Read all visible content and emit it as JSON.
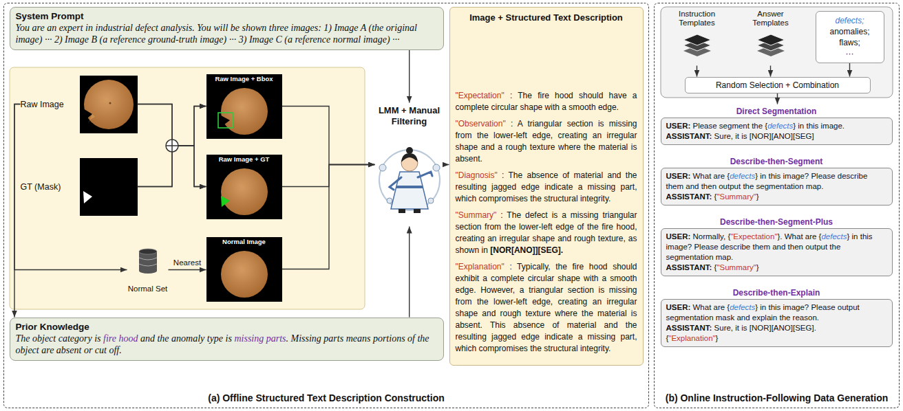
{
  "diagram": {
    "nodes": [
      {
        "text": [
          "(a) Offline Structured Text Description Construction"
        ]
      },
      {
        "text": [
          "System Prompt",
          "You are an expert in industrial defect analysis. You will be shown three images: 1) Image A (the original image) ··· 2) Image B (a reference ground-truth image) ··· 3) Image C (a reference normal image) ···"
        ],
        "in": 0
      },
      {
        "text": [
          "Raw Image"
        ],
        "in": 0
      },
      {
        "text": [
          "GT (Mask)"
        ],
        "in": 0
      },
      {
        "text": [
          "Raw Image + Bbox"
        ],
        "in": 0
      },
      {
        "text": [
          "Raw Image + GT"
        ],
        "in": 0
      },
      {
        "text": [
          "Normal Set"
        ],
        "in": 0
      },
      {
        "text": [
          "Normal Image"
        ],
        "in": 0
      },
      {
        "text": [
          "Prior Knowledge",
          "The object category is",
          "fire hood",
          "and the anomaly type is",
          "missing parts",
          ". Missing parts means portions of the object are absent or cut off."
        ],
        "in": 0
      },
      {
        "text": [
          "LMM + Manual Filtering"
        ],
        "in": 0
      },
      {
        "text": [
          "Image + Structured Text Description",
          "\"Expectation\"",
          ": The fire hood should have a complete circular shape with a smooth edge.",
          "\"Observation\"",
          ": A triangular section is missing from the lower-left edge, creating an irregular shape and a rough texture where the material is absent.",
          "\"Diagnosis\"",
          ": The absence of material and the resulting jagged edge indicate a missing part, which compromises the structural integrity.",
          "\"Summary\"",
          ": The defect is a missing triangular section from the lower-left edge of the fire hood, creating an irregular shape and rough texture, as shown in",
          "[NOR[ANO]][SEG].",
          "\"Explanation\"",
          ": Typically, the fire hood should exhibit a complete circular shape with a smooth edge. However, a triangular section is missing from the lower-left edge, creating an irregular shape and rough texture where the material is absent. This absence of material and the resulting jagged edge indicate a missing part, which compromises the structural integrity."
        ],
        "in": 0
      },
      {
        "text": [
          "(b) Online Instruction-Following Data Generation"
        ]
      },
      {
        "text": [
          "Instruction Templates"
        ],
        "in": 11
      },
      {
        "text": [
          "Answer Templates"
        ],
        "in": 11
      },
      {
        "text": [
          "defects;",
          "anomalies;",
          "flaws;",
          "···"
        ],
        "in": 11
      },
      {
        "text": [
          "Random Selection + Combination"
        ],
        "in": 11
      },
      {
        "text": [
          "Direct Segmentation",
          "USER:",
          "Please segment the {",
          "defects",
          "} in this image.",
          "ASSISTANT:",
          "Sure, it is [NOR][ANO][SEG]"
        ],
        "in": 11
      },
      {
        "text": [
          "Describe-then-Segment",
          "USER:",
          "What are {",
          "defects",
          "} in this image? Please describe them and then output the segmentation map.",
          "ASSISTANT:",
          "{",
          "\"Summary\"",
          "}"
        ],
        "in": 11
      },
      {
        "text": [
          "Describe-then-Segment-Plus",
          "USER:",
          "Normally, {",
          "\"Expectation\"",
          "}. What are {",
          "defects",
          "} in this image? Please describe them and then output the segmentation map.",
          "ASSISTANT:",
          "{",
          "\"Summary\"",
          "}"
        ],
        "in": 11
      },
      {
        "text": [
          "Describe-then-Explain",
          "USER:",
          "What are {",
          "defects",
          "} in this image? Please output segmentation mask and explain the reason.",
          "ASSISTANT:",
          "Sure, it is [NOR][ANO][SEG].",
          "{",
          "\"Explanation\"",
          "}"
        ],
        "in": 11
      }
    ],
    "edges": [
      {
        "from": 1,
        "to": 9,
        "arrow": "to"
      },
      {
        "from": 2,
        "to": 4,
        "arrow": "to"
      },
      {
        "from": 2,
        "to": 5,
        "arrow": "to"
      },
      {
        "from": 3,
        "to": 4,
        "arrow": "to"
      },
      {
        "from": 3,
        "to": 5,
        "arrow": "to"
      },
      {
        "from": 2,
        "to": 6,
        "arrow": "to"
      },
      {
        "from": 2,
        "to": 8,
        "arrow": "to"
      },
      {
        "from": 6,
        "to": 7,
        "label": "Nearest",
        "arrow": "to"
      },
      {
        "from": 4,
        "to": 9,
        "arrow": "to"
      },
      {
        "from": 5,
        "to": 9,
        "arrow": "to"
      },
      {
        "from": 7,
        "to": 9,
        "arrow": "to"
      },
      {
        "from": 8,
        "to": 9,
        "arrow": "to"
      },
      {
        "from": 9,
        "to": 10,
        "arrow": "to"
      },
      {
        "from": 12,
        "to": 15,
        "arrow": "to"
      },
      {
        "from": 13,
        "to": 15,
        "arrow": "to"
      },
      {
        "from": 14,
        "to": 15,
        "arrow": "to"
      },
      {
        "from": 15,
        "to": 16,
        "arrow": "to"
      }
    ]
  }
}
